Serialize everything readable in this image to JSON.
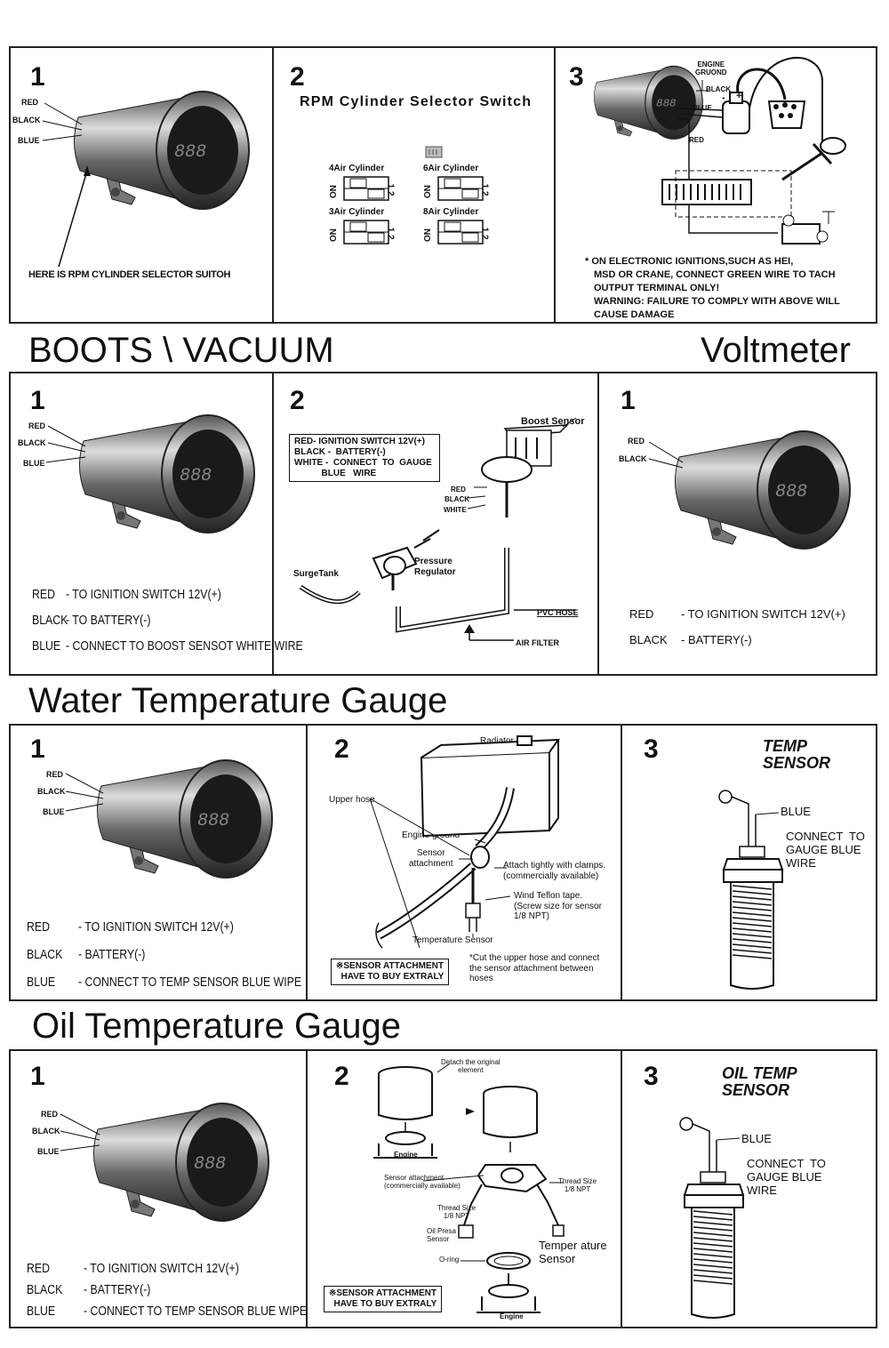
{
  "rpm": {
    "n1": "1",
    "n2": "2",
    "n3": "3",
    "wires": [
      "RED",
      "BLACK",
      "BLUE"
    ],
    "selector_note": "HERE IS RPM CYLINDER SELECTOR SUITOH",
    "switch_title": "RPM Cylinder Selector Switch",
    "switches": [
      {
        "label": "4Air Cylinder",
        "on": "ON",
        "pos": "1 2"
      },
      {
        "label": "6Air Cylinder",
        "on": "ON",
        "pos": "1 2"
      },
      {
        "label": "3Air Cylinder",
        "on": "ON",
        "pos": "1 2"
      },
      {
        "label": "8Air Cylinder",
        "on": "ON",
        "pos": "1 2"
      }
    ],
    "wiring_labels": {
      "ground": "ENGINE\nGRUOND",
      "black": "BLACK",
      "blue": "BLUE",
      "red": "RED",
      "plus": "+",
      "minus": "-"
    },
    "warning": [
      "* ON ELECTRONIC IGNITIONS,SUCH AS   HEI,",
      "MSD OR CRANE, CONNECT GREEN WIRE TO TACH",
      "OUTPUT TERMINAL ONLY!",
      "WARNING: FAILURE TO COMPLY WITH ABOVE WILL",
      "CAUSE DAMAGE"
    ]
  },
  "boost_band": {
    "left": "BOOTS \\ VACUUM",
    "right": "Voltmeter"
  },
  "boost": {
    "n1": "1",
    "n2": "2",
    "wires": [
      "RED",
      "BLACK",
      "BLUE"
    ],
    "legend": [
      {
        "k": "RED",
        "v": "- TO  IGNITION SWITCH 12V(+)"
      },
      {
        "k": "BLACK",
        "v": "- TO BATTERY(-)"
      },
      {
        "k": "BLUE",
        "v": "- CONNECT  TO  BOOST SENSOT  WHITE  WIRE"
      }
    ],
    "box_lines": [
      "RED- IGNITION SWITCH 12V(+)",
      "BLACK -  BATTERY(-)",
      "WHITE -  CONNECT  TO  GAUGE",
      "           BLUE   WIRE"
    ],
    "boost_sensor": "Boost Sensor",
    "sensor_wires": [
      "RED",
      "BLACK",
      "WHITE"
    ],
    "surge": "SurgeTank",
    "pressure": "Pressure\nRegulator",
    "pvc": "PVC HOSE",
    "air_filter": "AIR FILTER"
  },
  "volt": {
    "n1": "1",
    "wires": [
      "RED",
      "BLACK"
    ],
    "legend": [
      {
        "k": "RED",
        "v": "- TO  IGNITION SWITCH 12V(+)"
      },
      {
        "k": "BLACK",
        "v": "- BATTERY(-)"
      }
    ]
  },
  "water_band": {
    "title": "Water Temperature Gauge"
  },
  "water": {
    "n1": "1",
    "n2": "2",
    "n3": "3",
    "wires": [
      "RED",
      "BLACK",
      "BLUE"
    ],
    "legend": [
      {
        "k": "RED",
        "v": "- TO IGNITION SWITCH 12V(+)"
      },
      {
        "k": "BLACK",
        "v": "- BATTERY(-)"
      },
      {
        "k": "BLUE",
        "v": "- CONNECT TO TEMP SENSOR BLUE WIPE"
      }
    ],
    "radiator": "Radiator",
    "upper_hose": "Upper hose",
    "engine_ground": "Engine ground",
    "sensor_attach": "Sensor\nattachment",
    "clamps": "Attach tightly with clamps.\n(commercially available)",
    "teflon": "Wind Teflon tape.\n(Screw size for sensor\n1/8 NPT)",
    "temp_sensor": "Temperature Sensor",
    "box": "※SENSOR ATTACHMENT\n  HAVE TO BUY EXTRALY",
    "cut": "*Cut the upper hose and connect\nthe sensor attachment between\nhoses",
    "sensor_title": "TEMP\nSENSOR",
    "blue": "BLUE",
    "connect": "CONNECT  TO\nGAUGE BLUE\nWIRE"
  },
  "oil_band": {
    "title": "Oil Temperature Gauge"
  },
  "oil": {
    "n1": "1",
    "n2": "2",
    "n3": "3",
    "wires": [
      "RED",
      "BLACK",
      "BLUE"
    ],
    "legend": [
      {
        "k": "RED",
        "v": "- TO IGNITION SWITCH 12V(+)"
      },
      {
        "k": "BLACK",
        "v": "- BATTERY(-)"
      },
      {
        "k": "BLUE",
        "v": "- CONNECT TO TEMP SENSOR BLUE WIPE"
      }
    ],
    "detach": "Detach the original\nelement",
    "engine": "Engine",
    "sensor_attach": "Sensor attachment\n(commercially available)",
    "thread1": "Thread Size\n1/8 NPT",
    "thread2": "Thread Size\n1/8 NPT",
    "oil_press": "Oil Presa\nSensor",
    "oring": "O-ring",
    "temp_sensor": "Temper ature\nSensor",
    "engine2": "Engine",
    "box": "※SENSOR ATTACHMENT\n  HAVE TO BUY EXTRALY",
    "sensor_title": "OIL TEMP\nSENSOR",
    "blue": "BLUE",
    "connect": "CONNECT  TO\nGAUGE BLUE\nWIRE"
  },
  "gauge_display": "888"
}
